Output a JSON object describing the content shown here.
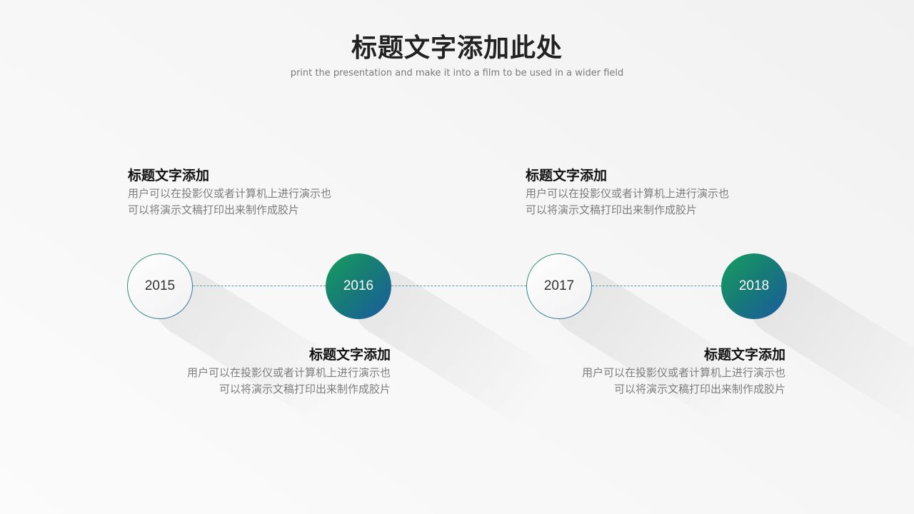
{
  "header": {
    "title": "标题文字添加此处",
    "subtitle": "print the presentation and make it into a film to be used in a wider field"
  },
  "colors": {
    "gradient_start": "#179d5c",
    "gradient_end": "#1a5aa0",
    "dashed_line": "#5a9a9e",
    "title_text": "#222222",
    "body_text": "#7d7d7d"
  },
  "timeline": {
    "milestones": [
      {
        "year": "2015",
        "style": "outline"
      },
      {
        "year": "2016",
        "style": "filled"
      },
      {
        "year": "2017",
        "style": "outline"
      },
      {
        "year": "2018",
        "style": "filled"
      }
    ]
  },
  "blocks": [
    {
      "position": "top-left",
      "title": "标题文字添加",
      "lines": [
        "用户可以在投影仪或者计算机上进行演示也",
        "可以将演示文稿打印出来制作成胶片"
      ]
    },
    {
      "position": "bottom-left",
      "title": "标题文字添加",
      "lines": [
        "用户可以在投影仪或者计算机上进行演示也",
        "可以将演示文稿打印出来制作成胶片"
      ]
    },
    {
      "position": "top-right",
      "title": "标题文字添加",
      "lines": [
        "用户可以在投影仪或者计算机上进行演示也",
        "可以将演示文稿打印出来制作成胶片"
      ]
    },
    {
      "position": "bottom-right",
      "title": "标题文字添加",
      "lines": [
        "用户可以在投影仪或者计算机上进行演示也",
        "可以将演示文稿打印出来制作成胶片"
      ]
    }
  ]
}
